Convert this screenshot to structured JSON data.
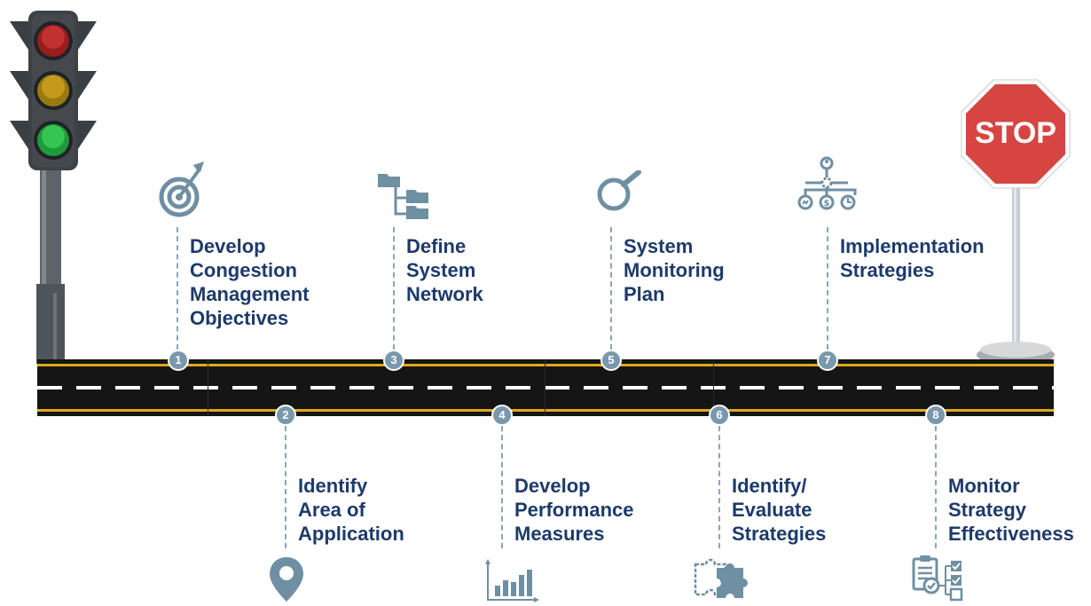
{
  "colors": {
    "label": "#1d3a6b",
    "icon": "#6f8fa3",
    "badge": "#7a98ab",
    "road": "#151515",
    "road_edge": "#e0a81a",
    "stop_sign": "#d64541"
  },
  "stop_sign": {
    "text": "STOP"
  },
  "traffic_light": {
    "lights": [
      "red",
      "yellow",
      "green"
    ]
  },
  "steps": [
    {
      "number": "1",
      "lines": [
        "Develop",
        "Congestion",
        "Management",
        "Objectives"
      ],
      "icon": "target-icon"
    },
    {
      "number": "2",
      "lines": [
        "Identify",
        "Area of",
        "Application"
      ],
      "icon": "map-pin-icon"
    },
    {
      "number": "3",
      "lines": [
        "Define",
        "System",
        "Network"
      ],
      "icon": "network-folders-icon"
    },
    {
      "number": "4",
      "lines": [
        "Develop",
        "Performance",
        "Measures"
      ],
      "icon": "bar-chart-icon"
    },
    {
      "number": "5",
      "lines": [
        "System",
        "Monitoring",
        "Plan"
      ],
      "icon": "magnifier-icon"
    },
    {
      "number": "6",
      "lines": [
        "Identify/",
        "Evaluate",
        "Strategies"
      ],
      "icon": "puzzle-icon"
    },
    {
      "number": "7",
      "lines": [
        "Implementation",
        "Strategies"
      ],
      "icon": "org-chart-icon"
    },
    {
      "number": "8",
      "lines": [
        "Monitor",
        "Strategy",
        "Effectiveness"
      ],
      "icon": "checklist-icon"
    }
  ]
}
